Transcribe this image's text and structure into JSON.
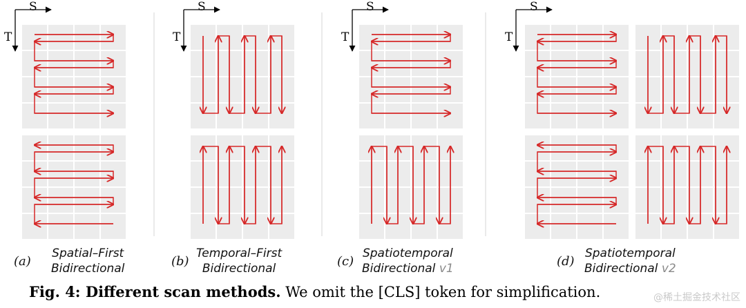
{
  "axis": {
    "s_label": "S",
    "t_label": "T"
  },
  "panels": [
    {
      "letter": "(a)",
      "line1": "Spatial–First",
      "line2": "Bidirectional",
      "version": ""
    },
    {
      "letter": "(b)",
      "line1": "Temporal–First",
      "line2": "Bidirectional",
      "version": ""
    },
    {
      "letter": "(c)",
      "line1": "Spatiotemporal",
      "line2": "Bidirectional",
      "version": "v1"
    },
    {
      "letter": "(d)",
      "line1": "Spatiotemporal",
      "line2": "Bidirectional",
      "version": "v2"
    }
  ],
  "caption": {
    "bold": "Fig. 4: Different scan methods.",
    "text": "We omit the [CLS] token for simplification."
  },
  "watermark": "@稀土掘金技术社区",
  "colors": {
    "scan_path": "#d62828",
    "token_cell": "#ececec",
    "divider": "#dddddd"
  }
}
